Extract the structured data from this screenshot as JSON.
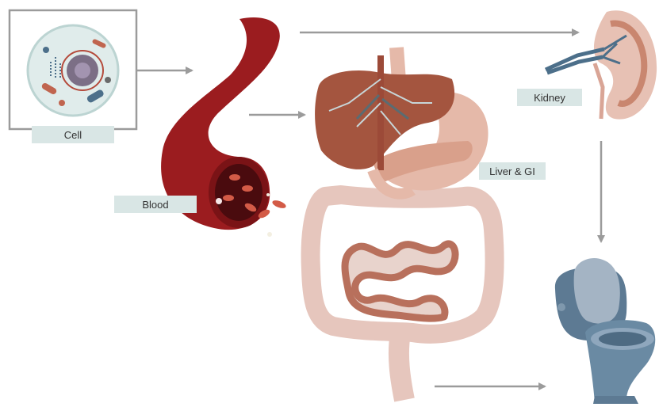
{
  "labels": {
    "cell": "Cell",
    "blood": "Blood",
    "liver_gi": "Liver & GI",
    "kidney": "Kidney"
  },
  "colors": {
    "label_bg": "#d9e6e5",
    "arrow": "#9b9b9b",
    "blood_red": "#9b1c1f",
    "organ_brown": "#a4553f",
    "intestine_pink": "#e6c6bd",
    "toilet_blue": "#5d7a93",
    "cell_teal": "#e0eceb"
  },
  "icons": [
    "cell-illustration",
    "blood-vessel-illustration",
    "liver-gi-illustration",
    "kidney-illustration",
    "toilet-illustration"
  ]
}
